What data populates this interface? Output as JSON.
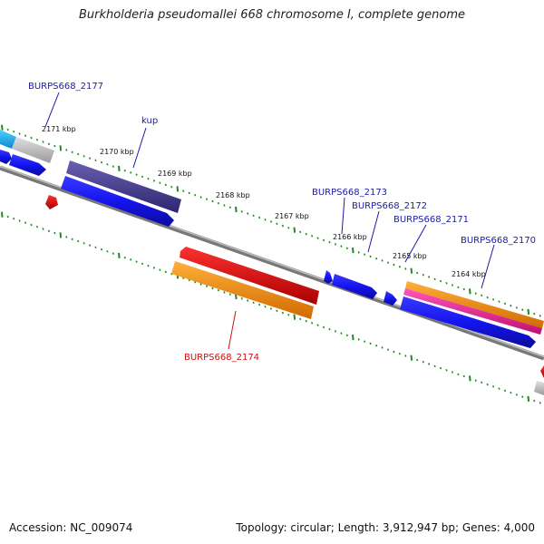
{
  "title": "Burkholderia pseudomallei 668 chromosome I, complete genome",
  "footer": {
    "accession": "Accession: NC_009074",
    "summary": "Topology: circular; Length: 3,912,947 bp; Genes: 4,000"
  },
  "colors": {
    "backbone": "#808080",
    "tick": "#1e8c1e",
    "gene_label": "#1a1aa8",
    "highlight_label": "#cc1111"
  },
  "ticks": [
    "2171 kbp",
    "2170 kbp",
    "2169 kbp",
    "2168 kbp",
    "2167 kbp",
    "2166 kbp",
    "2165 kbp",
    "2164 kbp"
  ],
  "genes": [
    {
      "label": "BURPS668_2177",
      "color": "#1a1aa8"
    },
    {
      "label": "kup",
      "color": "#1a1aa8"
    },
    {
      "label": "BURPS668_2173",
      "color": "#1a1aa8"
    },
    {
      "label": "BURPS668_2172",
      "color": "#1a1aa8"
    },
    {
      "label": "BURPS668_2171",
      "color": "#1a1aa8"
    },
    {
      "label": "BURPS668_2170",
      "color": "#1a1aa8"
    },
    {
      "label": "BURPS668_2174",
      "color": "#cc1111"
    }
  ]
}
